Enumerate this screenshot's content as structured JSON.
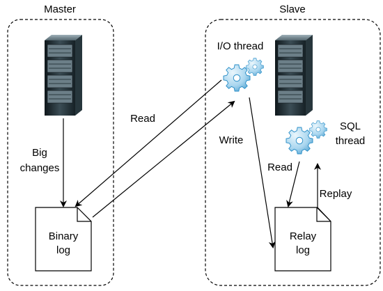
{
  "groups": {
    "master": {
      "title": "Master"
    },
    "slave": {
      "title": "Slave"
    }
  },
  "nodes": {
    "binary_log": {
      "line1": "Binary",
      "line2": "log"
    },
    "relay_log": {
      "line1": "Relay",
      "line2": "log"
    },
    "io_thread": {
      "label": "I/O thread",
      "icon": "gear-icon"
    },
    "sql_thread": {
      "line1": "SQL",
      "line2": "thread",
      "icon": "gear-icon"
    },
    "master_server": {
      "icon": "server-rack-icon"
    },
    "slave_server": {
      "icon": "server-rack-icon"
    }
  },
  "edges": {
    "big_changes": {
      "line1": "Big",
      "line2": "changes"
    },
    "io_read": {
      "label": "Read"
    },
    "io_write": {
      "label": "Write"
    },
    "sql_read": {
      "label": "Read"
    },
    "sql_replay": {
      "label": "Replay"
    }
  },
  "colors": {
    "gear_light": "#c6e4f4",
    "gear_dark": "#2b8fc8",
    "server_dark": "#1d2a30",
    "server_light": "#6f8087",
    "stroke": "#000000"
  }
}
